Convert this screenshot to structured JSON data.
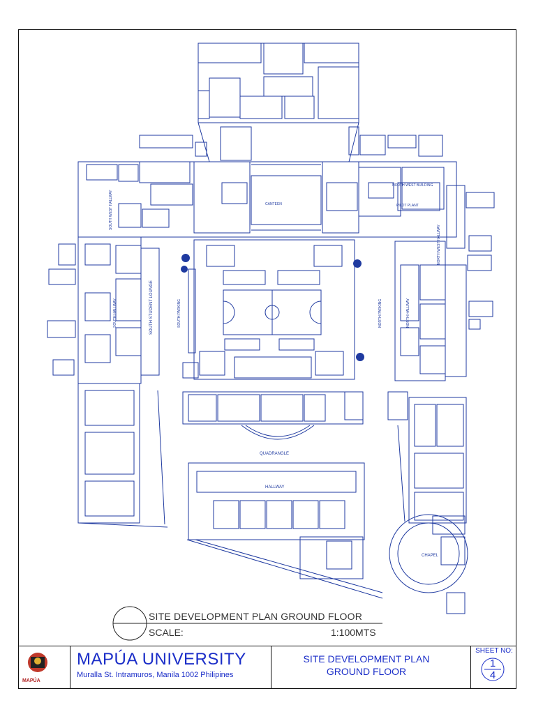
{
  "caption": {
    "title": "SITE DEVELOPMENT PLAN GROUND FLOOR",
    "scale_label": "SCALE:",
    "scale_value": "1:100MTS"
  },
  "title_block": {
    "university": "MAPÚA UNIVERSITY",
    "address": "Muralla St. Intramuros, Manila 1002 Philipines",
    "plan_title_line1": "SITE DEVELOPMENT PLAN",
    "plan_title_line2": "GROUND FLOOR",
    "sheet_label": "SHEET NO:",
    "sheet_number": "1",
    "sheet_total": "4",
    "logo_text": "MAPÚA"
  },
  "labels": {
    "quadrangle": "QUADRANGLE",
    "hallway": "HALLWAY",
    "chapel": "CHAPEL",
    "south_student_lounge": "SOUTH STUDENT LOUNGE",
    "south_parking": "SOUTH PARKING",
    "north_parking": "NORTH PARKING",
    "north_west_building": "NORTH WEST BUILDING",
    "pilot_plant": "PILOT PLANT",
    "canteen": "CANTEEN",
    "south_west_hallway": "SOUTH WEST HALLWAY",
    "north_west_hallway": "NORTH WEST HALLWAY",
    "south_hallway": "SOUTH HALLWAY",
    "north_hallway": "NORTH HALLWAY"
  },
  "colors": {
    "line": "#1f3aa0",
    "title_text": "#1b2ec8",
    "caption_text": "#333333",
    "frame": "#111111"
  }
}
